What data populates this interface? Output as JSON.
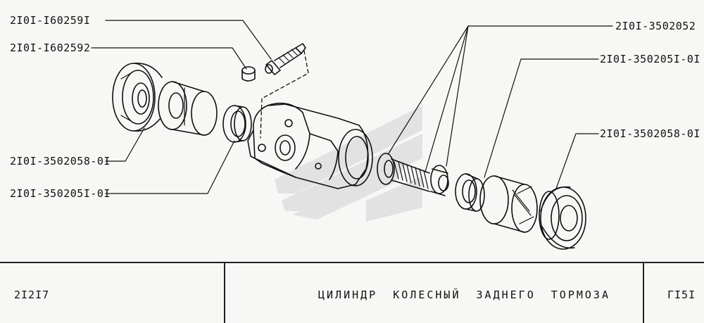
{
  "diagram": {
    "part_labels": {
      "bleeder_screw": "2I0I-I60259I",
      "bleeder_cap": "2I0I-I602592",
      "boot_left": "2I0I-3502058-0I",
      "cup_seal_left": "2I0I-350205I-0I",
      "spring": "2I0I-3502052",
      "cup_seal_right": "2I0I-350205I-0I",
      "boot_right": "2I0I-3502058-0I"
    }
  },
  "title_block": {
    "model": "2I2I7",
    "title": "ЦИЛИНДР КОЛЕСНЫЙ ЗАДНЕГО ТОРМОЗА",
    "sheet": "ГI5I"
  },
  "colors": {
    "ink": "#111111",
    "paper": "#f7f7f5",
    "watermark": "#dcdcdc"
  }
}
